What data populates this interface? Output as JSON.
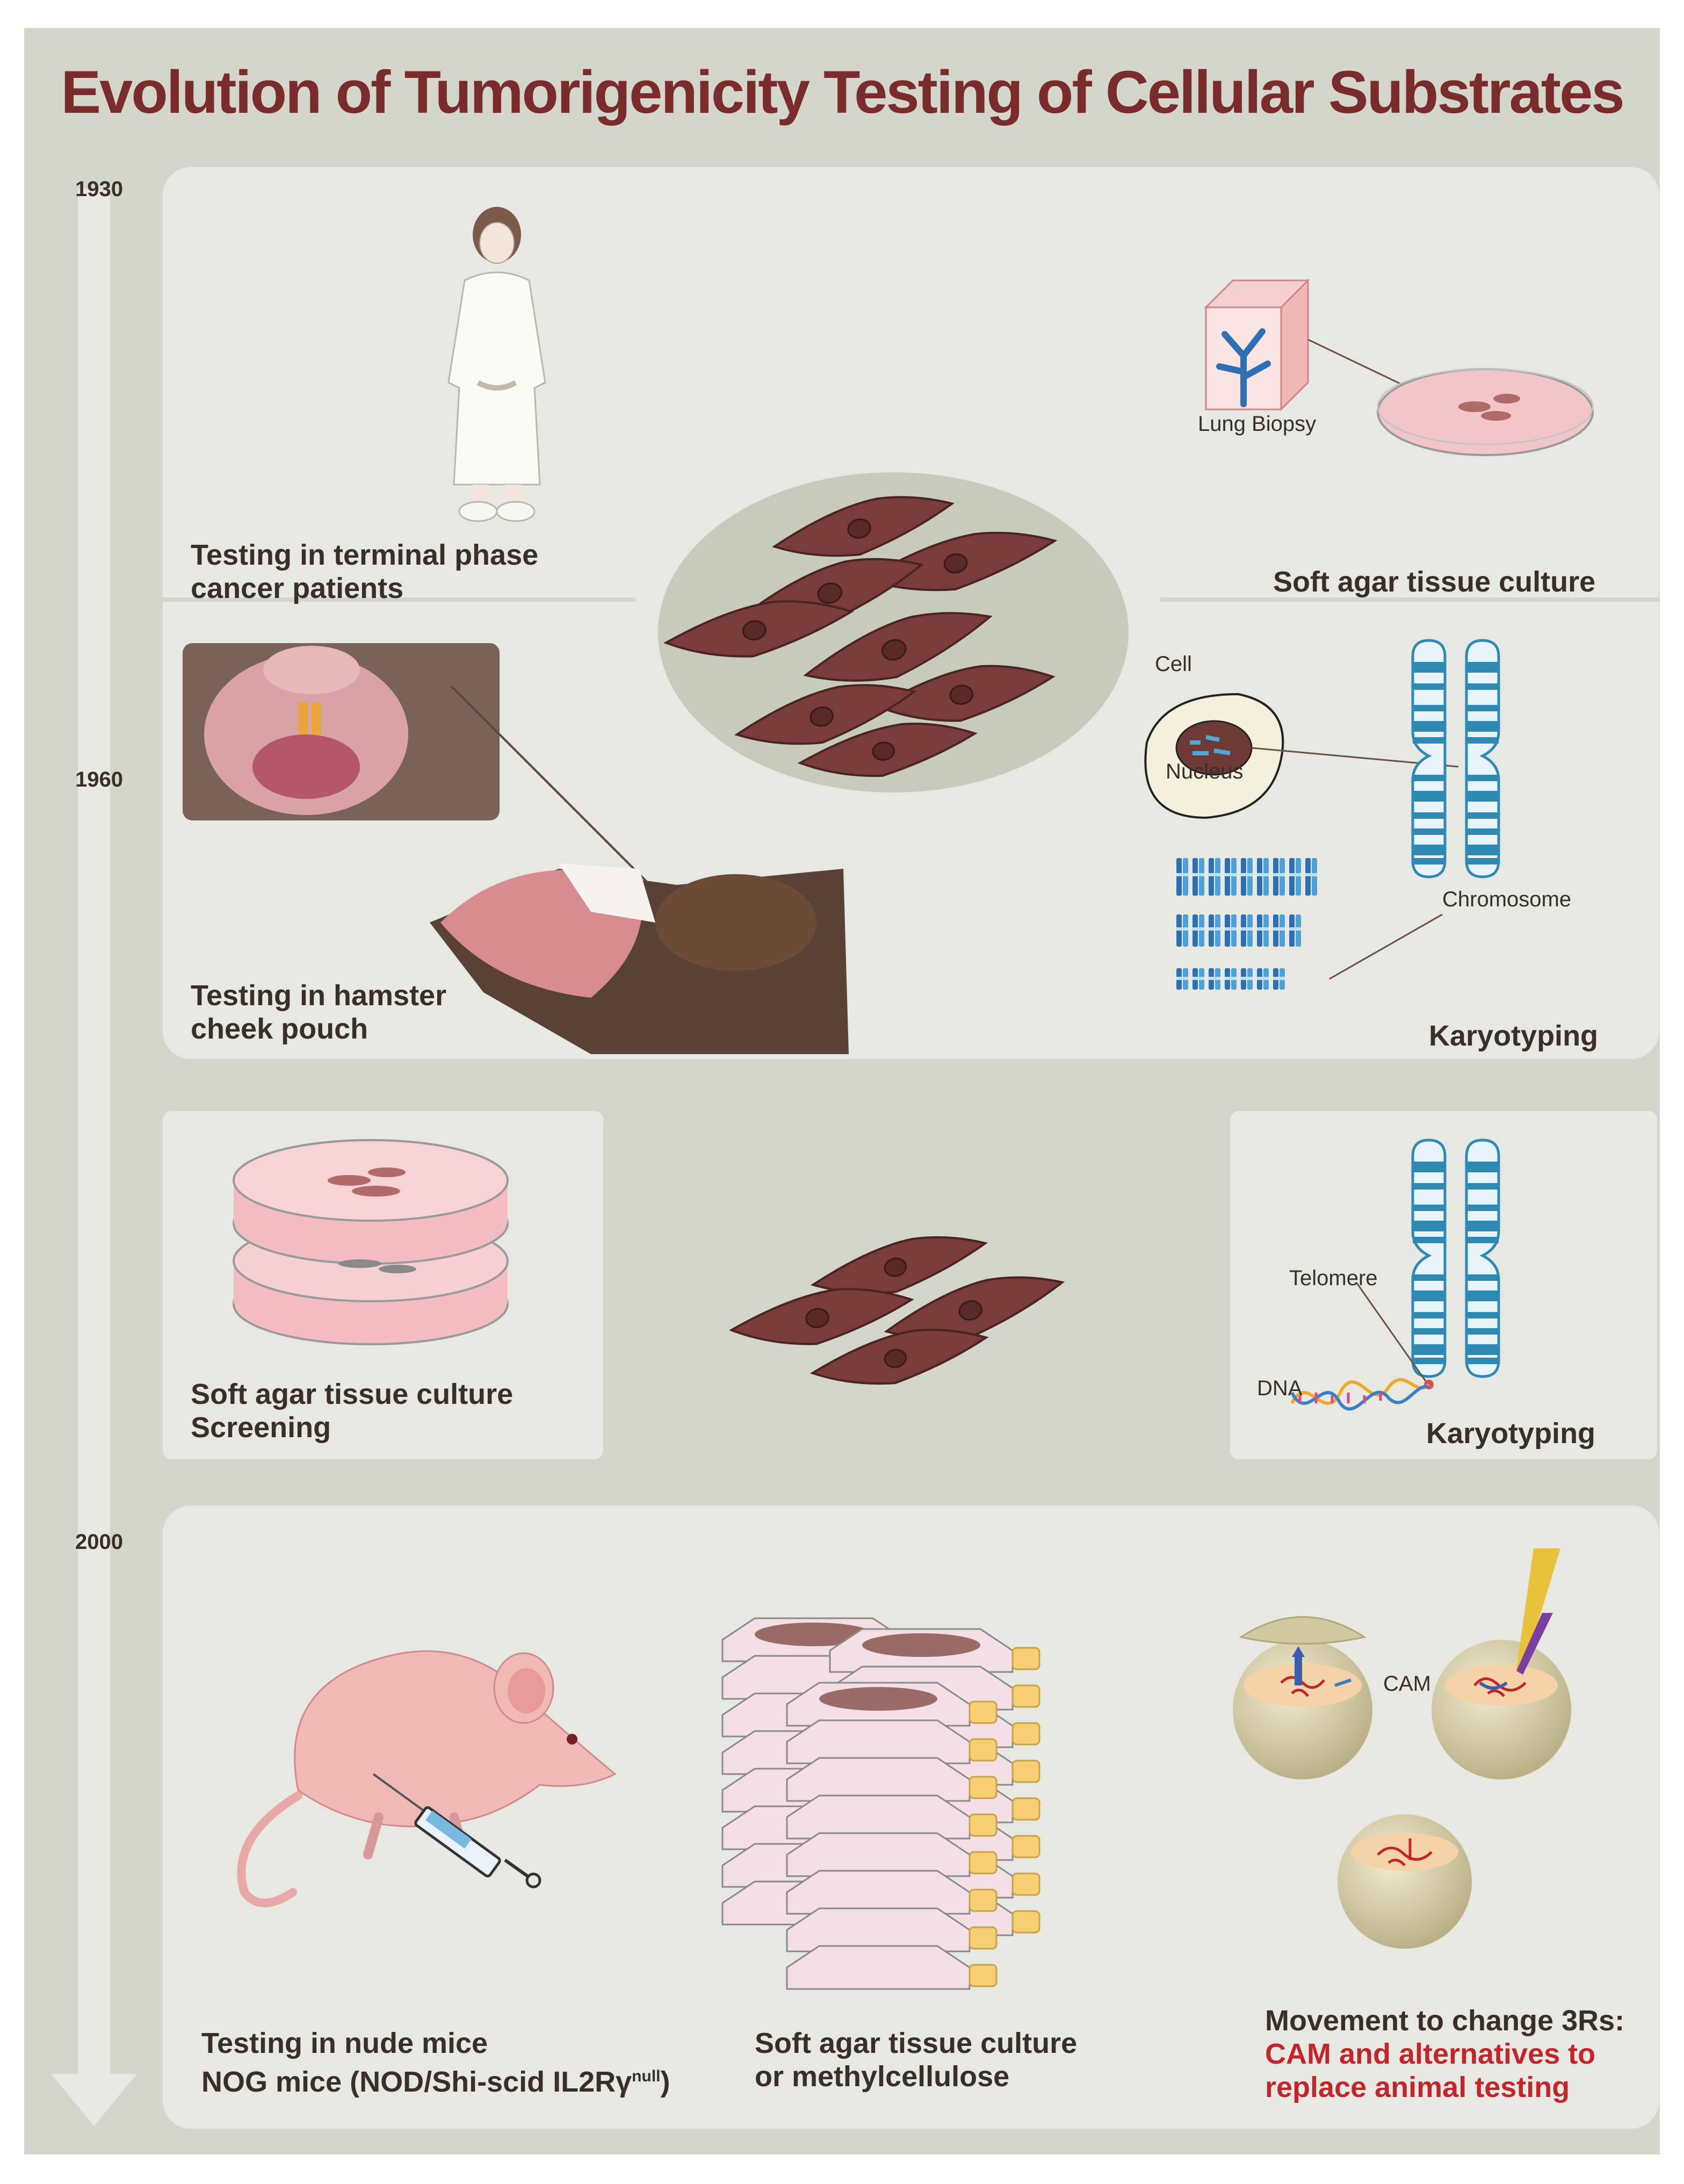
{
  "title": "Evolution of Tumorigenicity Testing of Cellular Substrates",
  "timeline": {
    "years": [
      "1930",
      "1960",
      "2000"
    ]
  },
  "colors": {
    "title": "#7a2b2b",
    "cell": "#7a3c3a",
    "dish": "#f2c5c8",
    "chromosome": "#2e8ab3",
    "accent_red": "#c0272d",
    "background": "#d4d5cb"
  },
  "section1": {
    "patients_label": [
      "Testing in terminal phase",
      "cancer patients"
    ],
    "lung_biopsy": "Lung Biopsy",
    "soft_agar_label": "Soft agar tissue culture",
    "hamster_label": [
      "Testing in hamster",
      "cheek pouch"
    ],
    "cell": "Cell",
    "nucleus": "Nucleus",
    "chromosome": "Chromosome",
    "karyotyping": "Karyotyping"
  },
  "section2": {
    "soft_agar_label": [
      "Soft agar tissue culture",
      "Screening"
    ],
    "telomere": "Telomere",
    "dna": "DNA",
    "karyotyping": "Karyotyping"
  },
  "section3": {
    "nude_mice_line1": "Testing in nude mice",
    "nude_mice_line2": "NOG mice (NOD/Shi-scid IL2Rγ",
    "nude_mice_sup": "null",
    "nude_mice_close": ")",
    "soft_agar_label": [
      "Soft agar tissue culture",
      "or methylcellulose"
    ],
    "cam": "CAM",
    "movement": "Movement to change 3Rs:",
    "cam_alt": [
      "CAM and alternatives to",
      "replace animal testing"
    ]
  }
}
